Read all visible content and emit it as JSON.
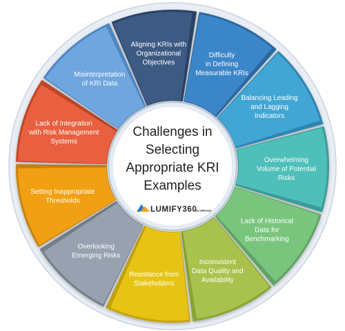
{
  "center": {
    "title_lines": [
      "Challenges in",
      "Selecting",
      "Appropriate KRI",
      "Examples"
    ],
    "brand": {
      "name": "LUMIFY360",
      "suffix": "by pathwayz",
      "icon": "lumify-logo-icon"
    }
  },
  "segments": [
    {
      "id": "aligning-kris",
      "lines": [
        "Aligning KRIs with",
        "Organizational",
        "Objectives"
      ],
      "color": "#3d5a83",
      "shade": "#2a4266"
    },
    {
      "id": "measurable-kris",
      "lines": [
        "Difficulty",
        "in Defining",
        "Measurable KRIs"
      ],
      "color": "#3b86c8",
      "shade": "#2a68a2"
    },
    {
      "id": "leading-lagging",
      "lines": [
        "Balancing Leading",
        "and Lagging",
        "Indicators"
      ],
      "color": "#41a6d4",
      "shade": "#2f86b2"
    },
    {
      "id": "potential-risks",
      "lines": [
        "Overwhelming",
        "Volume of Potential",
        "Risks"
      ],
      "color": "#4fbfb9",
      "shade": "#3a9c97"
    },
    {
      "id": "historical-data",
      "lines": [
        "Lack of Historical",
        "Data for",
        "Benchmarking"
      ],
      "color": "#7ac57e",
      "shade": "#5ea462"
    },
    {
      "id": "data-quality",
      "lines": [
        "Inconsistent",
        "Data Quality and",
        "Availability"
      ],
      "color": "#a9c24d",
      "shade": "#8aa336"
    },
    {
      "id": "stakeholders",
      "lines": [
        "Resistance from",
        "Stakeholders"
      ],
      "color": "#e7c414",
      "shade": "#c4a30b"
    },
    {
      "id": "emerging-risks",
      "lines": [
        "Overlooking",
        "Emerging Risks"
      ],
      "color": "#97a1af",
      "shade": "#767f8c"
    },
    {
      "id": "thresholds",
      "lines": [
        "Setting Inappropriate",
        "Thresholds"
      ],
      "color": "#f0a012",
      "shade": "#c9820a"
    },
    {
      "id": "risk-integration",
      "lines": [
        "Lack of Integration",
        "with Risk Management",
        "Systems"
      ],
      "color": "#e8603f",
      "shade": "#c24527"
    },
    {
      "id": "misinterpretation",
      "lines": [
        "Misinterpretation",
        "of KRI Data"
      ],
      "color": "#6fa6df",
      "shade": "#4f86c0"
    }
  ]
}
